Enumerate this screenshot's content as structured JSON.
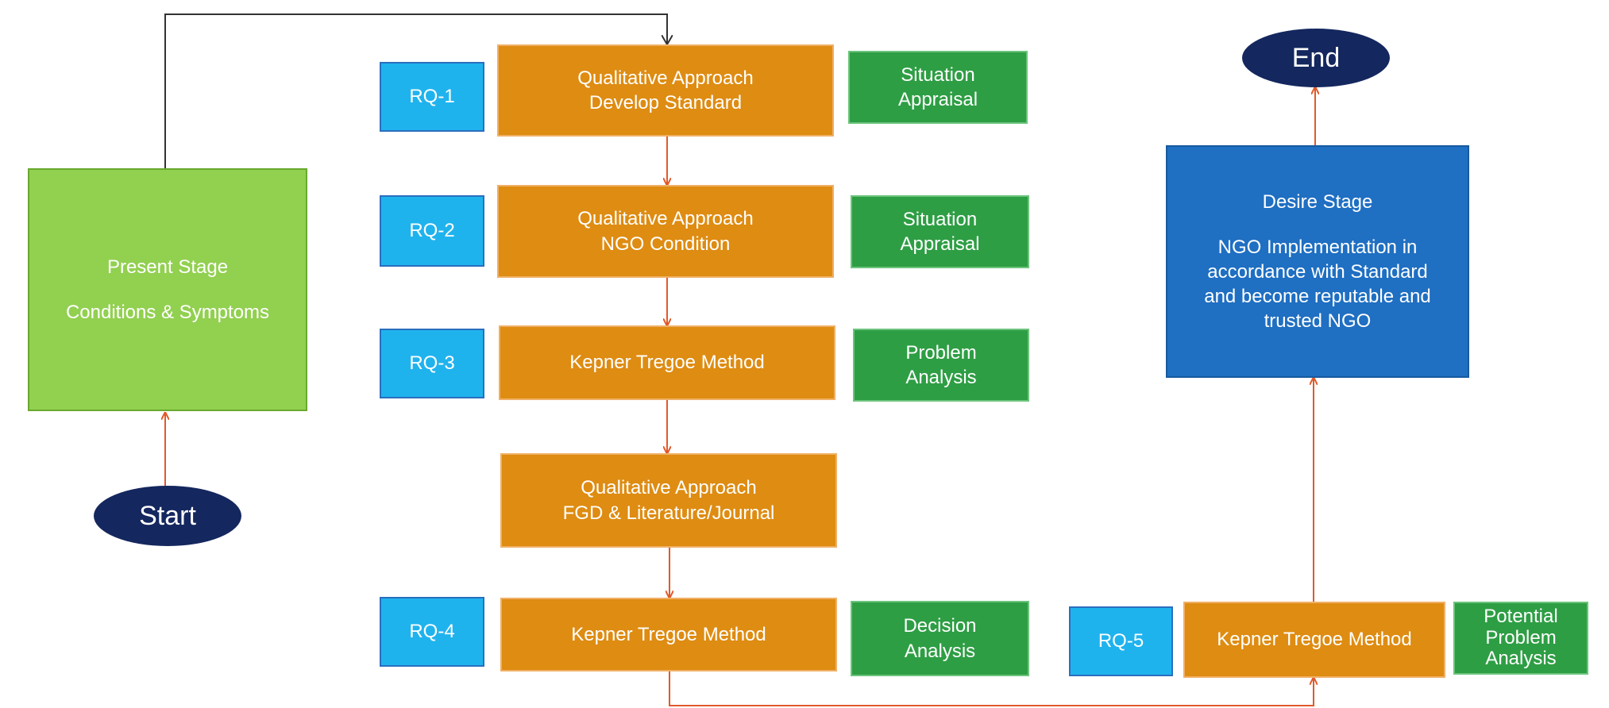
{
  "start": {
    "label": "Start"
  },
  "end": {
    "label": "End"
  },
  "present_stage": {
    "title": "Present Stage",
    "subtitle": "Conditions & Symptoms"
  },
  "desire_stage": {
    "title": "Desire Stage",
    "lines": [
      "NGO Implementation in",
      "accordance with Standard",
      "and become reputable and",
      "trusted  NGO"
    ]
  },
  "steps": [
    {
      "rq": "RQ-1",
      "method_lines": [
        "Qualitative Approach",
        "Develop Standard"
      ],
      "output_lines": [
        "Situation",
        "Appraisal"
      ]
    },
    {
      "rq": "RQ-2",
      "method_lines": [
        "Qualitative Approach",
        "NGO Condition"
      ],
      "output_lines": [
        "Situation",
        "Appraisal"
      ]
    },
    {
      "rq": "RQ-3",
      "method_lines": [
        "Kepner Tregoe Method"
      ],
      "output_lines": [
        "Problem",
        "Analysis"
      ]
    },
    {
      "rq": "",
      "method_lines": [
        "Qualitative Approach",
        "FGD & Literature/Journal"
      ],
      "output_lines": []
    },
    {
      "rq": "RQ-4",
      "method_lines": [
        "Kepner Tregoe Method"
      ],
      "output_lines": [
        "Decision",
        "Analysis"
      ]
    },
    {
      "rq": "RQ-5",
      "method_lines": [
        "Kepner Tregoe Method"
      ],
      "output_lines": [
        "Potential",
        "Problem",
        "Analysis"
      ]
    }
  ],
  "colors": {
    "method_box": "#de8c12",
    "output_box": "#2e9e44",
    "rq_box": "#1fb3ee",
    "present_box": "#92d050",
    "desire_box": "#1f6fc2",
    "terminal_oval": "#14275e",
    "arrow_orange": "#e05a2b",
    "arrow_dark": "#333333"
  }
}
